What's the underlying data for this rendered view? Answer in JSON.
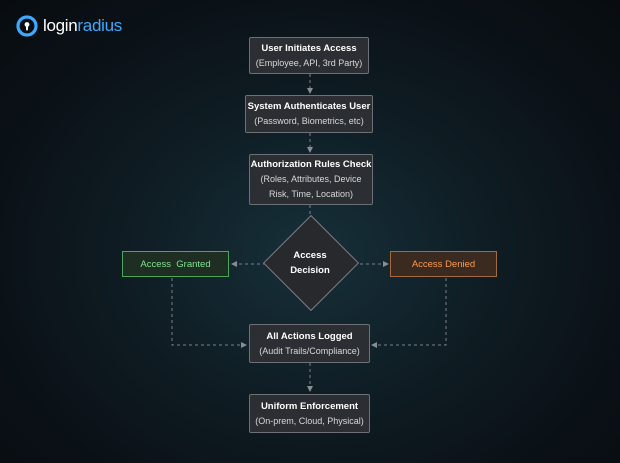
{
  "brand": {
    "name_part1": "login",
    "name_part2": "radius"
  },
  "steps": [
    {
      "title": "User Initiates Access",
      "sub": [
        "(Employee, API, 3rd Party)"
      ]
    },
    {
      "title": "System Authenticates User",
      "sub": [
        "(Password, Biometrics, etc)"
      ]
    },
    {
      "title": "Authorization Rules Check",
      "sub": [
        "(Roles, Attributes, Device",
        "Risk, Time, Location)"
      ]
    },
    {
      "title": "All Actions Logged",
      "sub": [
        "(Audit Trails/Compliance)"
      ]
    },
    {
      "title": "Uniform Enforcement",
      "sub": [
        "(On-prem, Cloud, Physical)"
      ]
    }
  ],
  "decision": {
    "line1": "Access",
    "line2": "Decision"
  },
  "outcomes": {
    "granted": "Access  Granted",
    "denied": "Access Denied"
  },
  "colors": {
    "granted": "#49a65a",
    "denied": "#a56a3b",
    "brand_accent": "#3da9ff",
    "connector": "#7c8085"
  }
}
